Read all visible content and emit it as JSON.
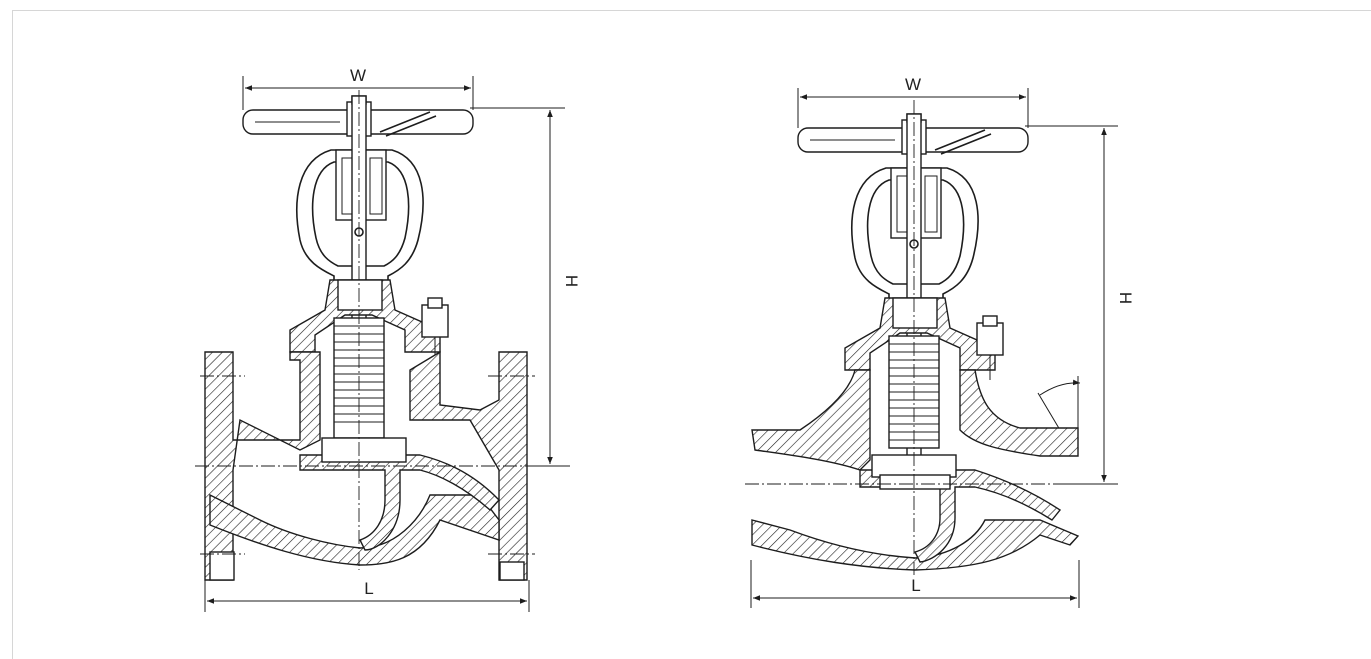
{
  "views": [
    {
      "id": "flanged",
      "labels": {
        "width": "W",
        "height": "H",
        "length": "L"
      }
    },
    {
      "id": "butt-weld",
      "labels": {
        "width": "W",
        "height": "H",
        "length": "L"
      }
    }
  ]
}
